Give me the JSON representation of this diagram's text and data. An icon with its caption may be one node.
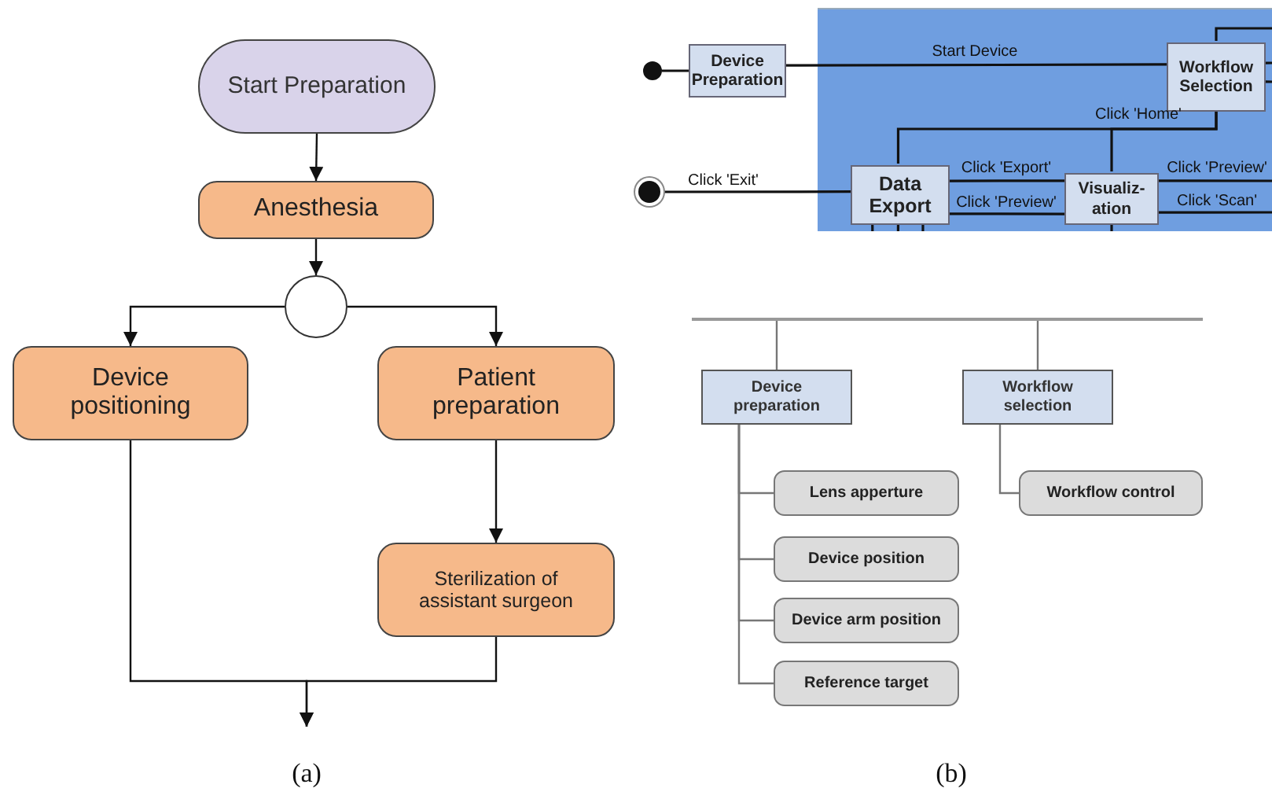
{
  "diagram": {
    "nodes": [
      {
        "text": [
          "Start Preparation"
        ]
      },
      {
        "text": [
          "Anesthesia"
        ]
      },
      {
        "text": [],
        "shape": "circle"
      },
      {
        "text": [
          "Device positioning"
        ]
      },
      {
        "text": [
          "Patient preparation"
        ]
      },
      {
        "text": [
          "Sterilization of assistant surgeon"
        ]
      },
      {
        "text": [],
        "shape": "box"
      },
      {
        "text": [],
        "shape": "circle"
      },
      {
        "text": [
          "Device Preparation"
        ]
      },
      {
        "text": [
          "Workflow Selection"
        ],
        "in": 6
      },
      {
        "text": [],
        "shape": "circle"
      },
      {
        "text": [
          "Data Export"
        ],
        "in": 6
      },
      {
        "text": [
          "Visualiz- ation"
        ],
        "in": 6
      },
      {
        "text": [],
        "shape": "bar"
      },
      {
        "text": [
          "Device preparation"
        ]
      },
      {
        "text": [
          "Workflow selection"
        ]
      },
      {
        "text": [
          "Lens apperture"
        ]
      },
      {
        "text": [
          "Device position"
        ]
      },
      {
        "text": [
          "Device arm position"
        ]
      },
      {
        "text": [
          "Reference target"
        ]
      },
      {
        "text": [
          "Workflow control"
        ]
      }
    ],
    "edges": [
      {
        "from": 0,
        "to": 1,
        "arrow": "to"
      },
      {
        "from": 1,
        "to": 2,
        "arrow": "to"
      },
      {
        "from": 2,
        "to": 3,
        "arrow": "to"
      },
      {
        "from": 2,
        "to": 4,
        "arrow": "to"
      },
      {
        "from": 4,
        "to": 5,
        "arrow": "to"
      },
      {
        "from": 3,
        "to": null,
        "arrow": "to"
      },
      {
        "from": 5,
        "to": null,
        "arrow": "to"
      },
      {
        "from": 7,
        "to": 8,
        "arrow": "none"
      },
      {
        "from": 8,
        "to": 9,
        "arrow": "none",
        "label": "Start Device"
      },
      {
        "from": 9,
        "to": 11,
        "arrow": "none",
        "label": "Click 'Home'"
      },
      {
        "from": 9,
        "to": 12,
        "arrow": "none"
      },
      {
        "from": 11,
        "to": 10,
        "arrow": "none",
        "label": "Click 'Exit'"
      },
      {
        "from": 11,
        "to": 12,
        "arrow": "none",
        "label": "Click 'Export'"
      },
      {
        "from": 12,
        "to": 11,
        "arrow": "none",
        "label": "Click 'Preview'"
      },
      {
        "from": 12,
        "to": null,
        "arrow": "none",
        "label": "Click 'Preview'"
      },
      {
        "from": 12,
        "to": null,
        "arrow": "none",
        "label": "Click 'Scan'"
      },
      {
        "from": 9,
        "to": null,
        "arrow": "none"
      },
      {
        "from": 9,
        "to": null,
        "arrow": "none"
      },
      {
        "from": 9,
        "to": null,
        "arrow": "none"
      },
      {
        "from": 11,
        "to": null,
        "arrow": "none"
      },
      {
        "from": 11,
        "to": null,
        "arrow": "none"
      },
      {
        "from": 11,
        "to": null,
        "arrow": "none"
      },
      {
        "from": 12,
        "to": null,
        "arrow": "none"
      },
      {
        "from": 13,
        "to": 14,
        "arrow": "none",
        "color": "#777777"
      },
      {
        "from": 13,
        "to": 15,
        "arrow": "none",
        "color": "#777777"
      },
      {
        "from": 14,
        "to": 16,
        "arrow": "none",
        "color": "#777777"
      },
      {
        "from": 14,
        "to": 17,
        "arrow": "none",
        "color": "#777777"
      },
      {
        "from": 14,
        "to": 18,
        "arrow": "none",
        "color": "#777777"
      },
      {
        "from": 14,
        "to": 19,
        "arrow": "none",
        "color": "#777777"
      },
      {
        "from": 15,
        "to": 20,
        "arrow": "none",
        "color": "#777777"
      }
    ],
    "labels": [
      "(a)",
      "(b)"
    ]
  }
}
